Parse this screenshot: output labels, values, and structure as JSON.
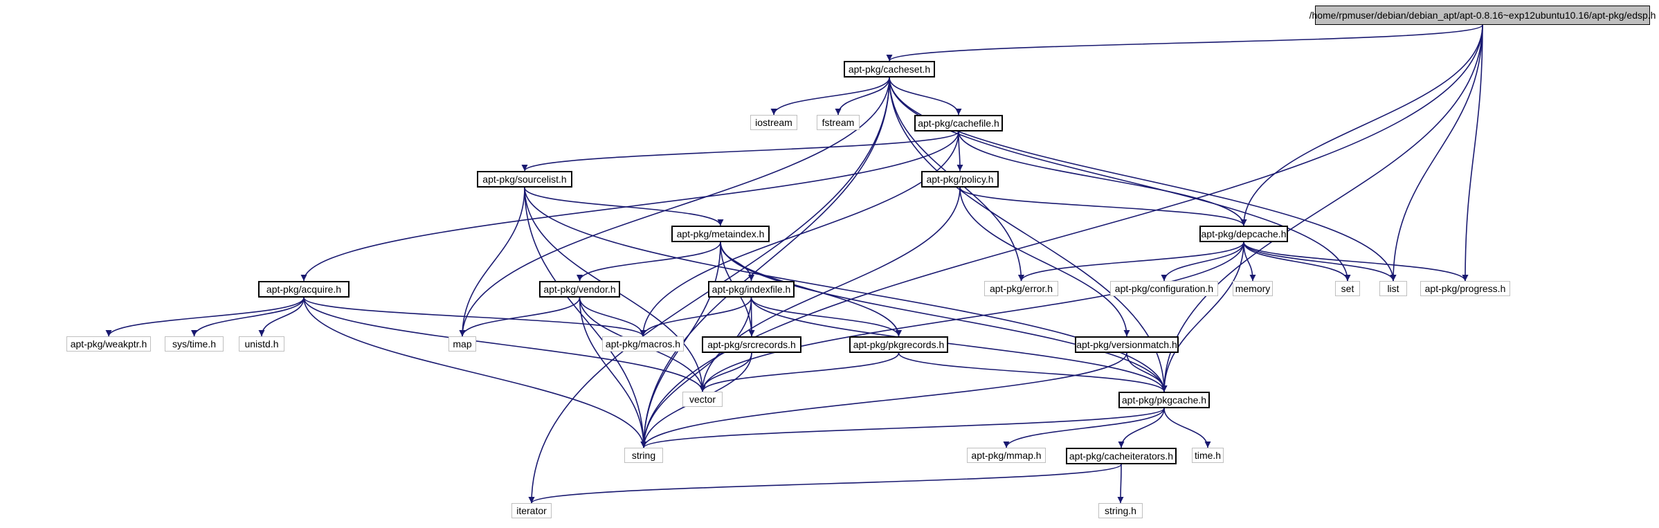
{
  "diagram": {
    "edge_color": "#191970",
    "nodes": {
      "root": {
        "label": "/home/rpmuser/debian/debian_apt/apt-0.8.16~exp12ubuntu10.16/apt-pkg/edsp.h",
        "kind": "root"
      },
      "cacheset": {
        "label": "apt-pkg/cacheset.h",
        "kind": "doc"
      },
      "iostream": {
        "label": "iostream",
        "kind": "ext"
      },
      "fstream": {
        "label": "fstream",
        "kind": "ext"
      },
      "cachefile": {
        "label": "apt-pkg/cachefile.h",
        "kind": "doc"
      },
      "sourcelist": {
        "label": "apt-pkg/sourcelist.h",
        "kind": "doc"
      },
      "policy": {
        "label": "apt-pkg/policy.h",
        "kind": "doc"
      },
      "metaindex": {
        "label": "apt-pkg/metaindex.h",
        "kind": "doc"
      },
      "depcache": {
        "label": "apt-pkg/depcache.h",
        "kind": "doc"
      },
      "acquire": {
        "label": "apt-pkg/acquire.h",
        "kind": "doc"
      },
      "vendor": {
        "label": "apt-pkg/vendor.h",
        "kind": "doc"
      },
      "indexfile": {
        "label": "apt-pkg/indexfile.h",
        "kind": "doc"
      },
      "error": {
        "label": "apt-pkg/error.h",
        "kind": "ext"
      },
      "configuration": {
        "label": "apt-pkg/configuration.h",
        "kind": "ext"
      },
      "memory": {
        "label": "memory",
        "kind": "ext"
      },
      "set": {
        "label": "set",
        "kind": "ext"
      },
      "list": {
        "label": "list",
        "kind": "ext"
      },
      "progress": {
        "label": "apt-pkg/progress.h",
        "kind": "ext"
      },
      "weakptr": {
        "label": "apt-pkg/weakptr.h",
        "kind": "ext"
      },
      "systime": {
        "label": "sys/time.h",
        "kind": "ext"
      },
      "unistd": {
        "label": "unistd.h",
        "kind": "ext"
      },
      "map": {
        "label": "map",
        "kind": "ext"
      },
      "macros": {
        "label": "apt-pkg/macros.h",
        "kind": "ext"
      },
      "srcrecords": {
        "label": "apt-pkg/srcrecords.h",
        "kind": "doc"
      },
      "pkgrecords": {
        "label": "apt-pkg/pkgrecords.h",
        "kind": "doc"
      },
      "versionmatch": {
        "label": "apt-pkg/versionmatch.h",
        "kind": "doc"
      },
      "vector": {
        "label": "vector",
        "kind": "ext"
      },
      "pkgcache": {
        "label": "apt-pkg/pkgcache.h",
        "kind": "doc"
      },
      "string": {
        "label": "string",
        "kind": "ext"
      },
      "mmap": {
        "label": "apt-pkg/mmap.h",
        "kind": "ext"
      },
      "cacheiterators": {
        "label": "apt-pkg/cacheiterators.h",
        "kind": "doc"
      },
      "timeh": {
        "label": "time.h",
        "kind": "ext"
      },
      "iterator": {
        "label": "iterator",
        "kind": "ext"
      },
      "stringh": {
        "label": "string.h",
        "kind": "ext"
      }
    },
    "edges": [
      [
        "root",
        "cacheset"
      ],
      [
        "root",
        "depcache"
      ],
      [
        "root",
        "list"
      ],
      [
        "root",
        "progress"
      ],
      [
        "root",
        "pkgcache"
      ],
      [
        "root",
        "string"
      ],
      [
        "cacheset",
        "iostream"
      ],
      [
        "cacheset",
        "fstream"
      ],
      [
        "cacheset",
        "cachefile"
      ],
      [
        "cacheset",
        "error"
      ],
      [
        "cacheset",
        "set"
      ],
      [
        "cacheset",
        "list"
      ],
      [
        "cacheset",
        "map"
      ],
      [
        "cacheset",
        "pkgcache"
      ],
      [
        "cacheset",
        "string"
      ],
      [
        "cacheset",
        "iterator"
      ],
      [
        "cachefile",
        "sourcelist"
      ],
      [
        "cachefile",
        "policy"
      ],
      [
        "cachefile",
        "depcache"
      ],
      [
        "cachefile",
        "acquire"
      ],
      [
        "cachefile",
        "macros"
      ],
      [
        "sourcelist",
        "metaindex"
      ],
      [
        "sourcelist",
        "map"
      ],
      [
        "sourcelist",
        "vector"
      ],
      [
        "sourcelist",
        "string"
      ],
      [
        "sourcelist",
        "pkgcache"
      ],
      [
        "policy",
        "depcache"
      ],
      [
        "policy",
        "versionmatch"
      ],
      [
        "policy",
        "vector"
      ],
      [
        "metaindex",
        "vendor"
      ],
      [
        "metaindex",
        "indexfile"
      ],
      [
        "metaindex",
        "srcrecords"
      ],
      [
        "metaindex",
        "pkgrecords"
      ],
      [
        "metaindex",
        "string"
      ],
      [
        "metaindex",
        "pkgcache"
      ],
      [
        "depcache",
        "error"
      ],
      [
        "depcache",
        "configuration"
      ],
      [
        "depcache",
        "memory"
      ],
      [
        "depcache",
        "set"
      ],
      [
        "depcache",
        "list"
      ],
      [
        "depcache",
        "progress"
      ],
      [
        "depcache",
        "vector"
      ],
      [
        "depcache",
        "pkgcache"
      ],
      [
        "acquire",
        "weakptr"
      ],
      [
        "acquire",
        "systime"
      ],
      [
        "acquire",
        "unistd"
      ],
      [
        "acquire",
        "macros"
      ],
      [
        "acquire",
        "vector"
      ],
      [
        "acquire",
        "string"
      ],
      [
        "vendor",
        "map"
      ],
      [
        "vendor",
        "macros"
      ],
      [
        "vendor",
        "vector"
      ],
      [
        "vendor",
        "string"
      ],
      [
        "indexfile",
        "macros"
      ],
      [
        "indexfile",
        "srcrecords"
      ],
      [
        "indexfile",
        "pkgrecords"
      ],
      [
        "indexfile",
        "pkgcache"
      ],
      [
        "indexfile",
        "string"
      ],
      [
        "srcrecords",
        "vector"
      ],
      [
        "srcrecords",
        "string"
      ],
      [
        "pkgrecords",
        "vector"
      ],
      [
        "pkgrecords",
        "pkgcache"
      ],
      [
        "versionmatch",
        "pkgcache"
      ],
      [
        "versionmatch",
        "string"
      ],
      [
        "pkgcache",
        "string"
      ],
      [
        "pkgcache",
        "mmap"
      ],
      [
        "pkgcache",
        "cacheiterators"
      ],
      [
        "pkgcache",
        "timeh"
      ],
      [
        "cacheiterators",
        "iterator"
      ],
      [
        "cacheiterators",
        "stringh"
      ]
    ]
  }
}
